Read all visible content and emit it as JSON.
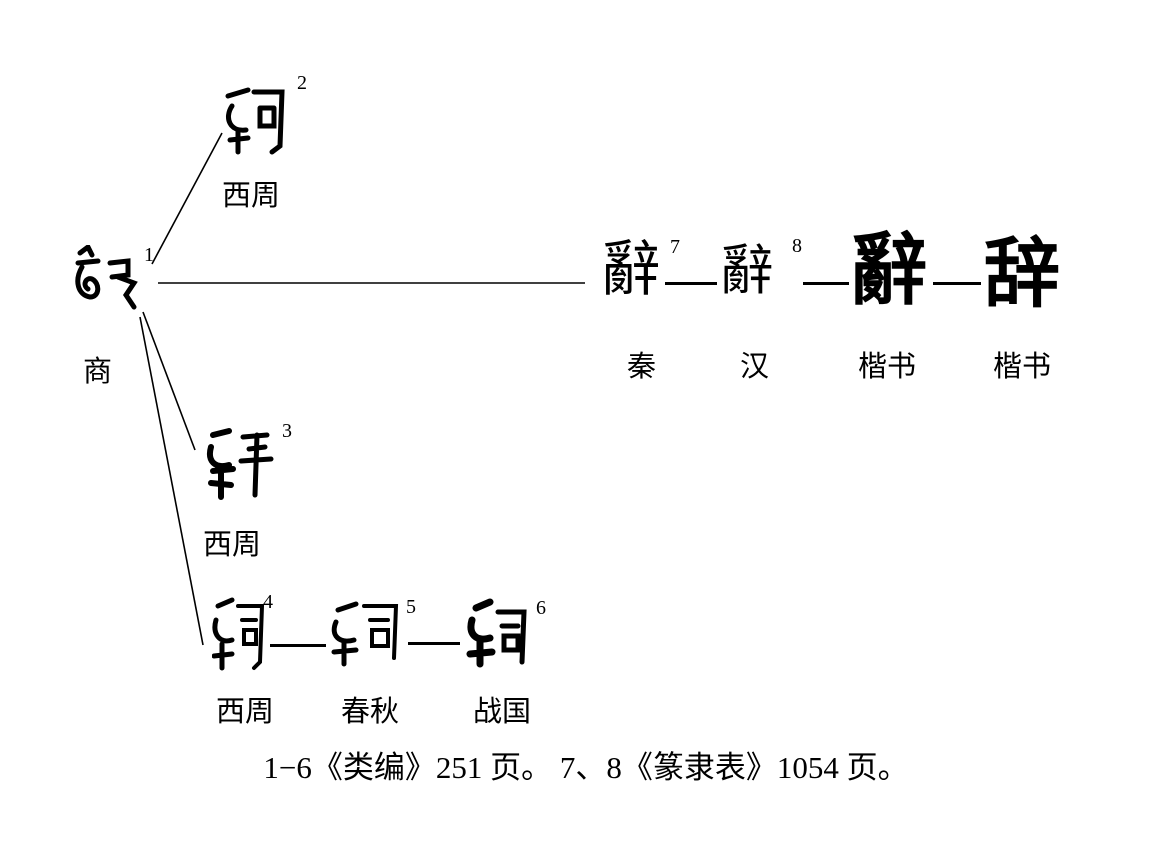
{
  "nodes": {
    "n1": {
      "number": "1",
      "label": "商"
    },
    "n2": {
      "number": "2",
      "label": "西周"
    },
    "n3": {
      "number": "3",
      "label": "西周"
    },
    "n4": {
      "number": "4",
      "label": "西周"
    },
    "n5": {
      "number": "5",
      "label": "春秋"
    },
    "n6": {
      "number": "6",
      "label": "战国"
    },
    "n7": {
      "number": "7",
      "label": "秦",
      "glyph": "辭"
    },
    "n8": {
      "number": "8",
      "label": "汉",
      "glyph": "辭"
    },
    "n9": {
      "label": "楷书",
      "glyph": "辭"
    },
    "n10": {
      "label": "楷书",
      "glyph": "辞"
    }
  },
  "caption": "1−6《类编》251 页。 7、8《篆隶表》1054 页。"
}
